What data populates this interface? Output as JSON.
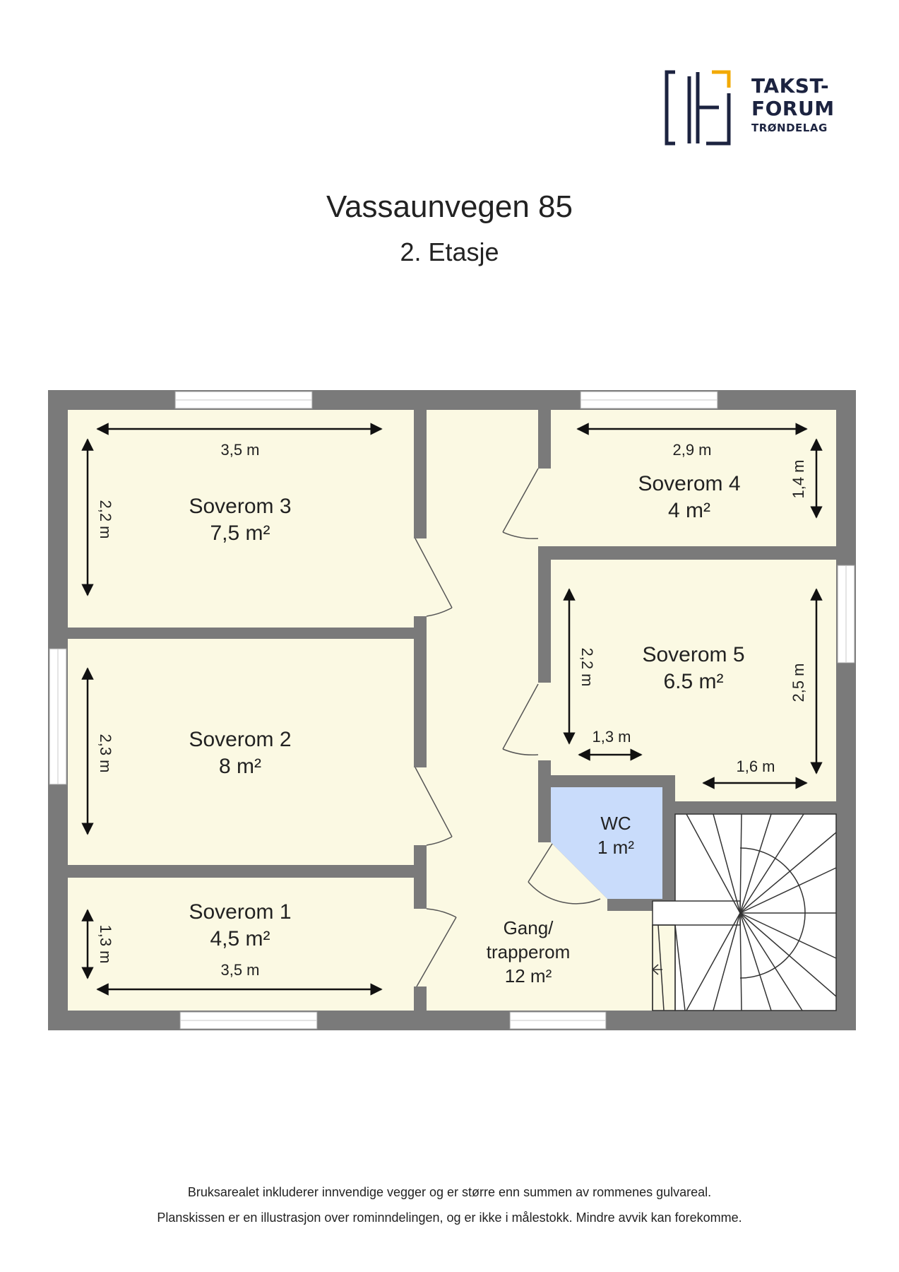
{
  "logo": {
    "line1": "TAKST-",
    "line2": "FORUM",
    "line3": "TRØNDELAG",
    "colors": {
      "navy": "#1c2340",
      "accent": "#f2a900"
    }
  },
  "header": {
    "title": "Vassaunvegen 85",
    "subtitle": "2. Etasje"
  },
  "rooms": {
    "soverom3": {
      "name": "Soverom 3",
      "area": "7,5 m²",
      "width": "3,5 m",
      "depth": "2,2 m"
    },
    "soverom4": {
      "name": "Soverom 4",
      "area": "4 m²",
      "width": "2,9 m",
      "depth": "1,4 m"
    },
    "soverom5": {
      "name": "Soverom 5",
      "area": "6.5 m²",
      "depth_left": "2,2 m",
      "depth_right": "2,5 m",
      "width_small": "1,3 m",
      "width_bottom": "1,6 m"
    },
    "soverom2": {
      "name": "Soverom 2",
      "area": "8 m²",
      "depth": "2,3 m"
    },
    "soverom1": {
      "name": "Soverom 1",
      "area": "4,5 m²",
      "width": "3,5 m",
      "depth": "1,3 m"
    },
    "wc": {
      "name": "WC",
      "area": "1 m²"
    },
    "gang": {
      "name_line1": "Gang/",
      "name_line2": "trapperom",
      "area": "12 m²"
    }
  },
  "colors": {
    "wall": "#7a7a7a",
    "room": "#fbf9e3",
    "wc": "#c9dcfb",
    "window": "#ffffff"
  },
  "footer": {
    "line1": "Bruksarealet inkluderer innvendige vegger og er større enn summen av rommenes gulvareal.",
    "line2": "Planskissen er en illustrasjon over rominndelingen, og er ikke i målestokk. Mindre avvik kan forekomme."
  }
}
